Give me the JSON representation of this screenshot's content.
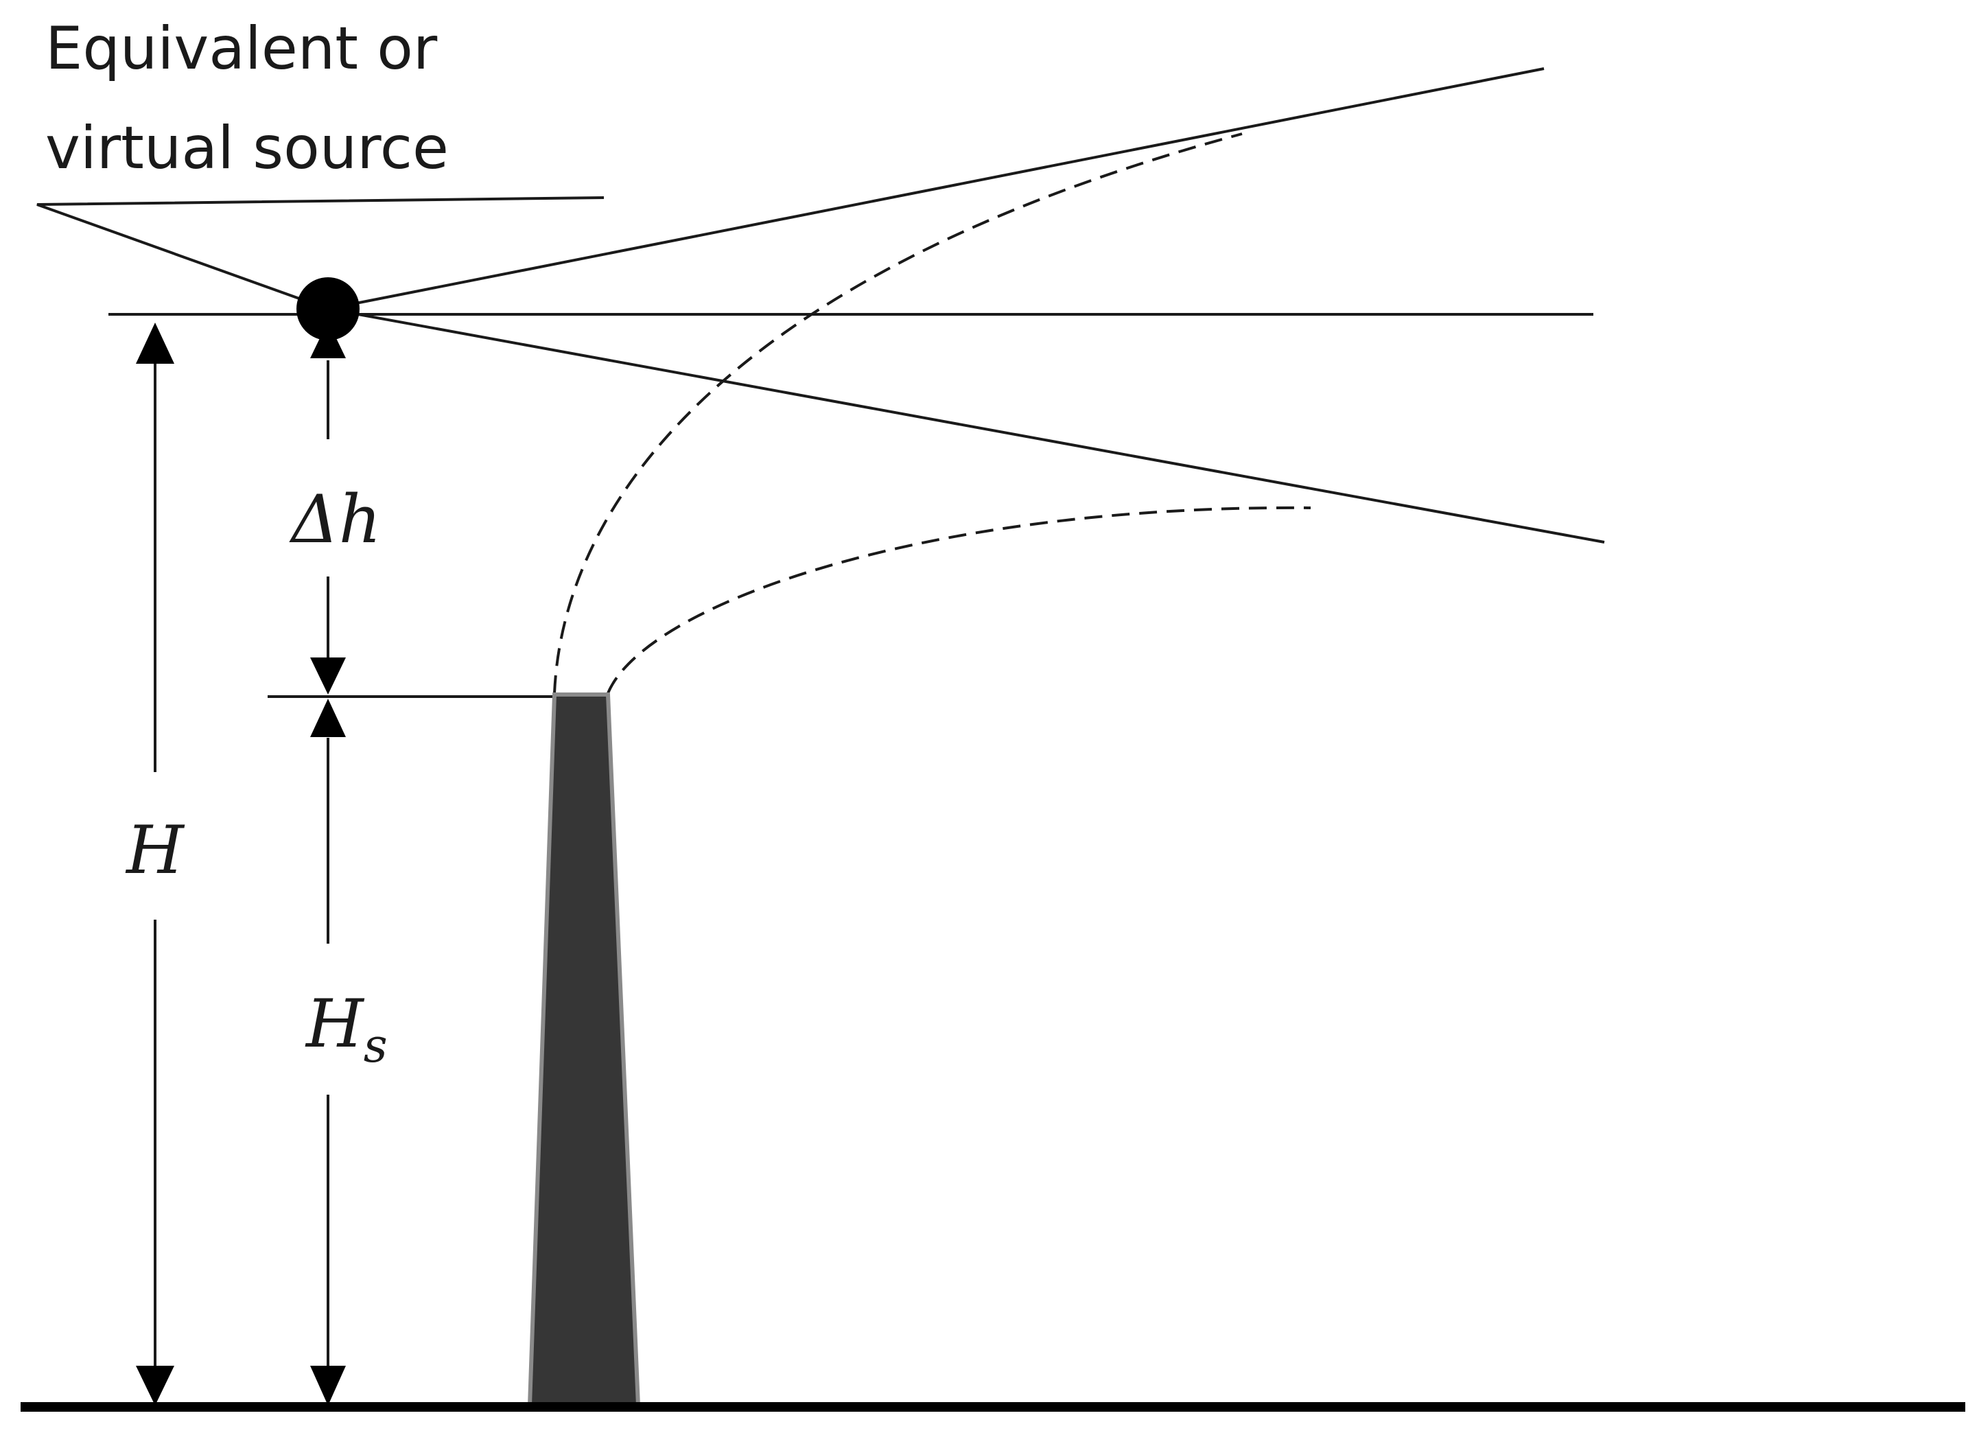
{
  "labels": {
    "source_line1": "Equivalent or",
    "source_line2": "virtual source",
    "delta_h": "Δh",
    "effective_height": "H",
    "stack_height_base": "H",
    "stack_height_sub": "s"
  },
  "colors": {
    "stack_fill": "#363636",
    "stack_edge": "#8a8a8a",
    "line": "#1a1a1a",
    "ground": "#000000",
    "background": "#ffffff"
  }
}
